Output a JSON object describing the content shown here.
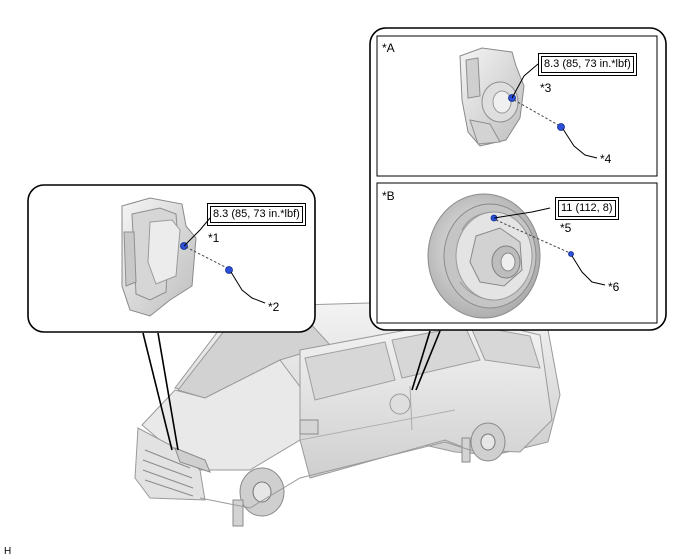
{
  "callouts": {
    "c1": "*1",
    "c2": "*2",
    "c3": "*3",
    "c4": "*4",
    "c5": "*5",
    "c6": "*6"
  },
  "panels": {
    "a": "*A",
    "b": "*B"
  },
  "torques": {
    "t1": "8.3 (85, 73 in.*lbf)",
    "t3": "8.3 (85, 73 in.*lbf)",
    "t5": "11 (112, 8)"
  },
  "corner_mark": "H",
  "colors": {
    "bolt": "#2b4fd6",
    "part_fill": "#e6e6e6",
    "part_stroke": "#8a8a8a"
  }
}
